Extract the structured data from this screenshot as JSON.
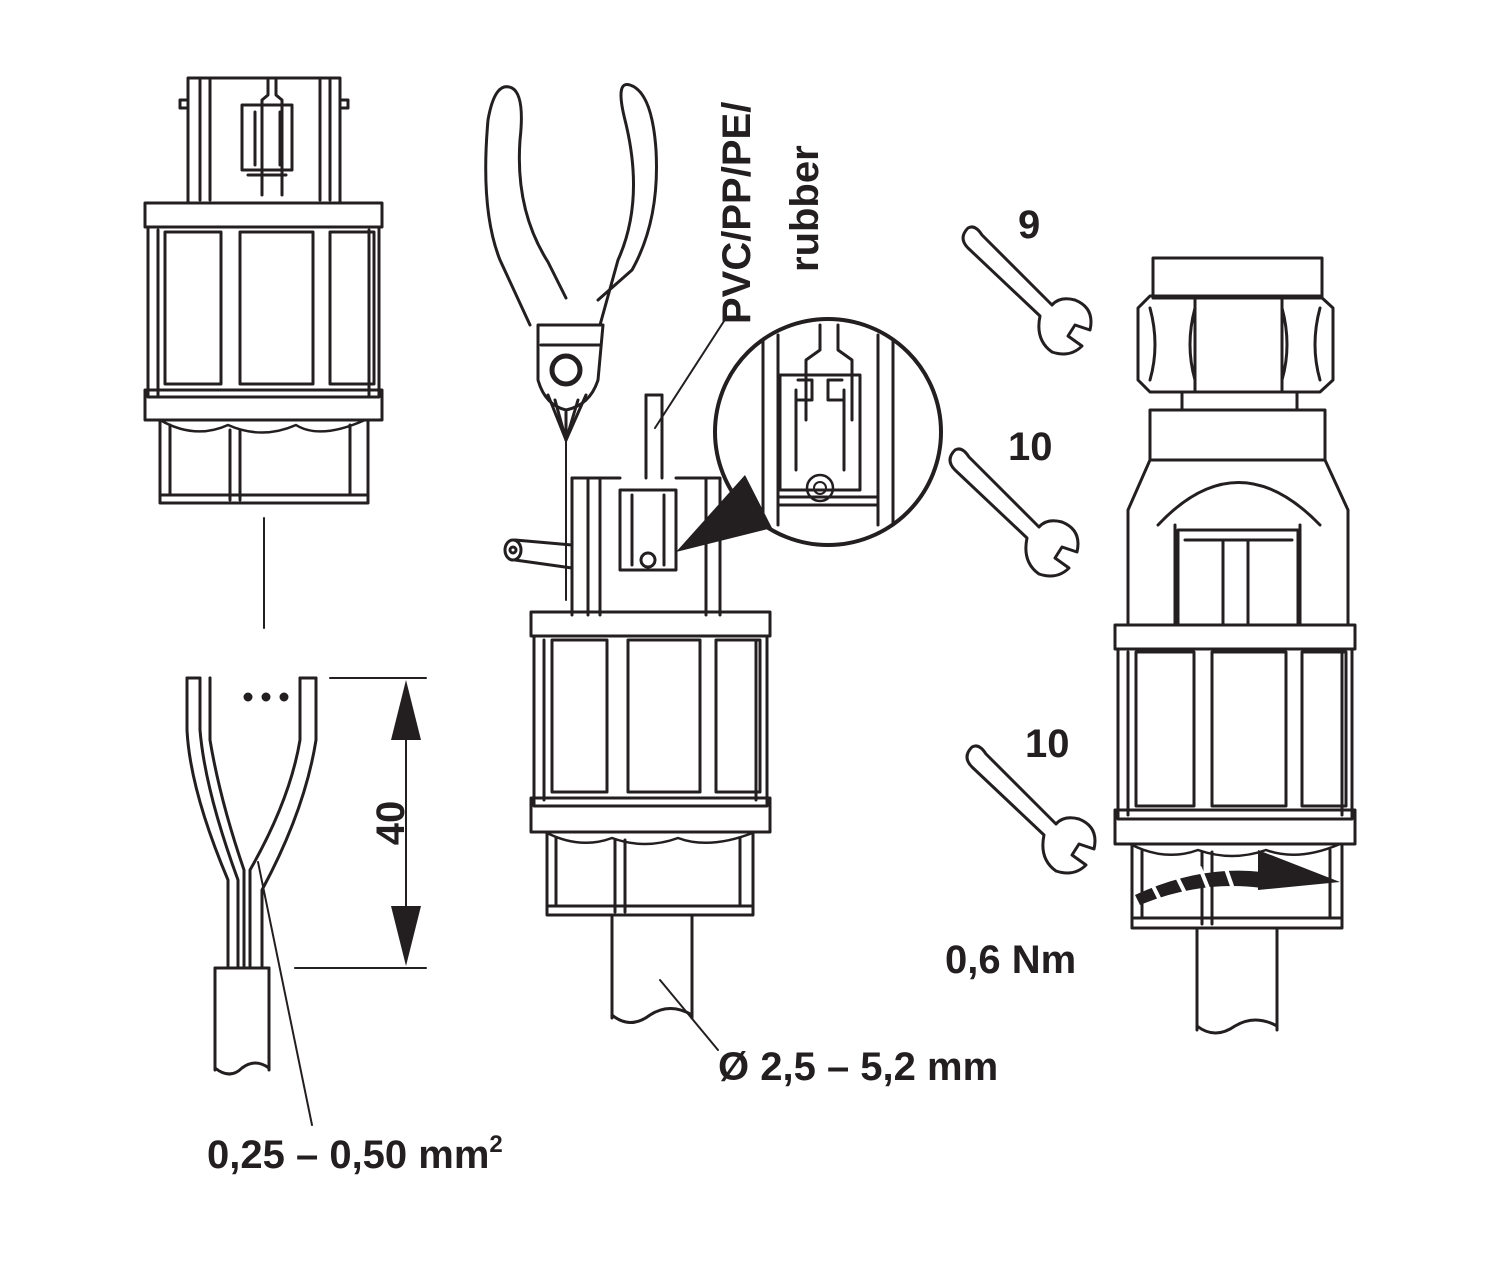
{
  "colors": {
    "ink": "#231f20",
    "paper": "#ffffff"
  },
  "labels": {
    "wire_cross_section": "0,25 – 0,50 mm",
    "wire_cross_section_sup": "2",
    "strip_length": "40",
    "insulation_material_line1": "PVC/PP/PE/",
    "insulation_material_line2": "rubber",
    "cable_diameter": "Ø 2,5 – 5,2 mm",
    "wrench_size_top": "9",
    "wrench_size_middle": "10",
    "wrench_size_bottom": "10",
    "tightening_torque": "0,6 Nm"
  },
  "icons": [
    "connector-icon",
    "wire-icon",
    "pliers-icon",
    "wrench-icon",
    "magnifier-callout-icon",
    "rotation-arrow-icon",
    "dimension-arrow-icon"
  ]
}
